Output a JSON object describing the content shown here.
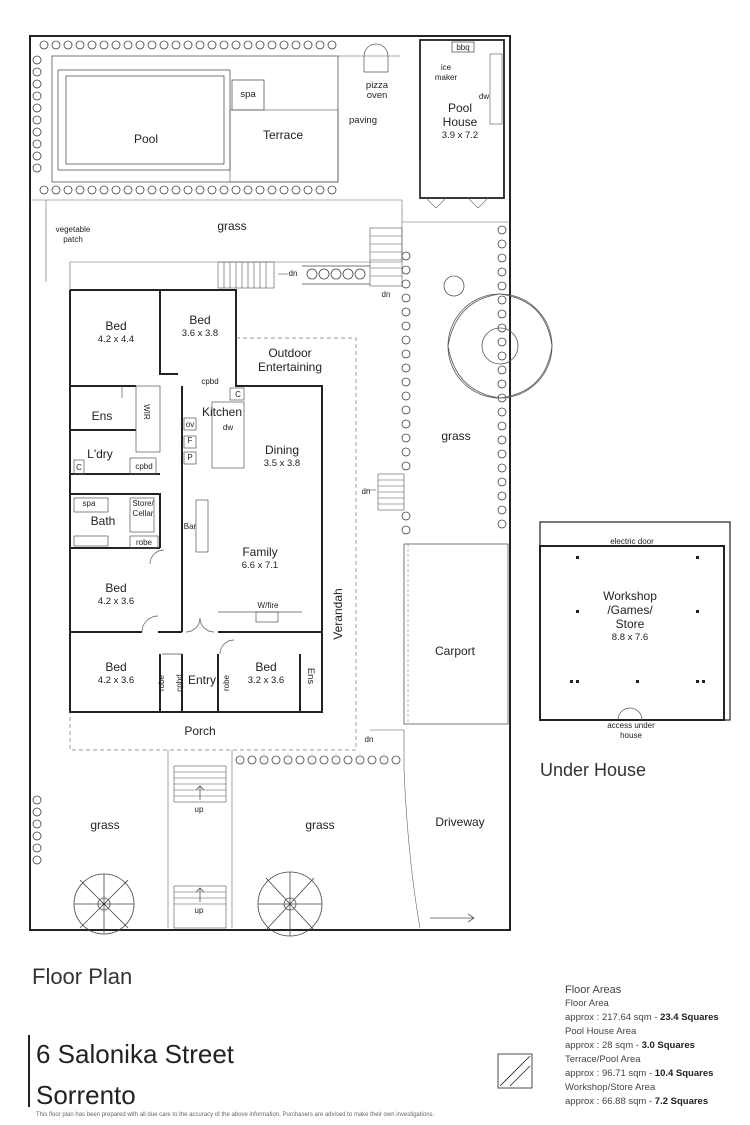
{
  "rooms": {
    "pool": "Pool",
    "spa": "spa",
    "terrace": "Terrace",
    "pizza_oven_1": "pizza",
    "pizza_oven_2": "oven",
    "paving": "paving",
    "bbq": "bbq",
    "ice_maker_1": "ice",
    "ice_maker_2": "maker",
    "dw_pool": "dw",
    "pool_house_1": "Pool",
    "pool_house_2": "House",
    "pool_house_dims": "3.9 x 7.2",
    "grass_top": "grass",
    "veg_patch_1": "vegetable",
    "veg_patch_2": "patch",
    "dn_1": "dn",
    "dn_2": "dn",
    "bed1": "Bed",
    "bed1_dims": "4.2 x 4.4",
    "bed2": "Bed",
    "bed2_dims": "3.6 x 3.8",
    "outdoor_1": "Outdoor",
    "outdoor_2": "Entertaining",
    "cpbd_1": "cpbd",
    "c_1": "C",
    "ens_1": "Ens",
    "wir": "WIR",
    "kitchen": "Kitchen",
    "ov": "ov",
    "f": "F",
    "p": "P",
    "dw_kitchen": "dw",
    "dining": "Dining",
    "dining_dims": "3.5 x 3.8",
    "ldry": "L'dry",
    "c_2": "C",
    "cpbd_2": "cpbd",
    "spa_bath": "spa",
    "bath": "Bath",
    "store_cellar_1": "Store/",
    "store_cellar_2": "Cellar",
    "robe_1": "robe",
    "bar": "Bar",
    "family": "Family",
    "family_dims": "6.6 x 7.1",
    "bed3": "Bed",
    "bed3_dims": "4.2 x 3.6",
    "wfire": "W/fire",
    "verandah": "Verandah",
    "dn_3": "dn",
    "grass_right": "grass",
    "bed4": "Bed",
    "bed4_dims": "4.2 x 3.6",
    "robe_2": "robe",
    "cpbd_3": "cpbd",
    "entry": "Entry",
    "robe_3": "robe",
    "bed5": "Bed",
    "bed5_dims": "3.2 x 3.6",
    "ens_2": "Ens",
    "carport": "Carport",
    "porch": "Porch",
    "dn_4": "dn",
    "up_1": "up",
    "up_2": "up",
    "grass_bl": "grass",
    "grass_bm": "grass",
    "driveway": "Driveway"
  },
  "under_house": {
    "title": "Under House",
    "electric_door": "electric door",
    "workshop_1": "Workshop",
    "workshop_2": "/Games/",
    "workshop_3": "Store",
    "workshop_dims": "8.8 x 7.6",
    "access_1": "access under",
    "access_2": "house"
  },
  "title": {
    "heading": "Floor Plan",
    "address_line1": "6 Salonika Street",
    "address_line2": "Sorrento",
    "disclaimer": "This floor plan has been prepared with all due care to the accuracy of the above information. Purchasers are advised to make their own investigations."
  },
  "areas": {
    "heading": "Floor Areas",
    "items": [
      {
        "label": "Floor Area",
        "value": "approx : 217.64 sqm - ",
        "squares": "23.4 Squares"
      },
      {
        "label": "Pool House Area",
        "value": "approx : 28 sqm - ",
        "squares": "3.0 Squares"
      },
      {
        "label": "Terrace/Pool Area",
        "value": "approx : 96.71 sqm - ",
        "squares": "10.4 Squares"
      },
      {
        "label": "Workshop/Store Area",
        "value": "approx : 66.88 sqm - ",
        "squares": "7.2 Squares"
      }
    ]
  },
  "colors": {
    "wall": "#222222",
    "thin": "#555555",
    "light": "#999999"
  }
}
